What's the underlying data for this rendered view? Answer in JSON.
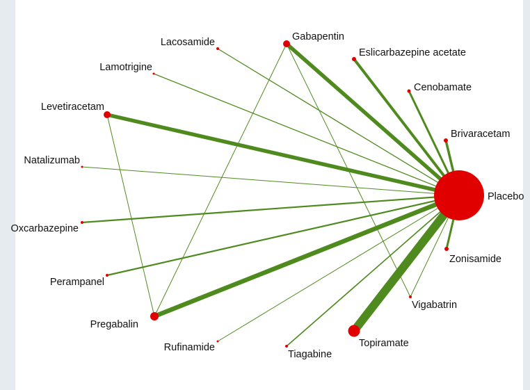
{
  "colors": {
    "edge": "#4f8a1f",
    "node": "#e00000",
    "side_bar": "#e6ebef"
  },
  "hub": {
    "id": "placebo",
    "label": "Placebo"
  },
  "nodes": [
    {
      "id": "lacosamide",
      "label": "Lacosamide"
    },
    {
      "id": "gabapentin",
      "label": "Gabapentin"
    },
    {
      "id": "eslicarbazepine",
      "label": "Eslicarbazepine acetate"
    },
    {
      "id": "lamotrigine",
      "label": "Lamotrigine"
    },
    {
      "id": "cenobamate",
      "label": "Cenobamate"
    },
    {
      "id": "levetiracetam",
      "label": "Levetiracetam"
    },
    {
      "id": "brivaracetam",
      "label": "Brivaracetam"
    },
    {
      "id": "natalizumab",
      "label": "Natalizumab"
    },
    {
      "id": "oxcarbazepine",
      "label": "Oxcarbazepine"
    },
    {
      "id": "zonisamide",
      "label": "Zonisamide"
    },
    {
      "id": "perampanel",
      "label": "Perampanel"
    },
    {
      "id": "vigabatrin",
      "label": "Vigabatrin"
    },
    {
      "id": "pregabalin",
      "label": "Pregabalin"
    },
    {
      "id": "topiramate",
      "label": "Topiramate"
    },
    {
      "id": "rufinamide",
      "label": "Rufinamide"
    },
    {
      "id": "tiagabine",
      "label": "Tiagabine"
    }
  ]
}
